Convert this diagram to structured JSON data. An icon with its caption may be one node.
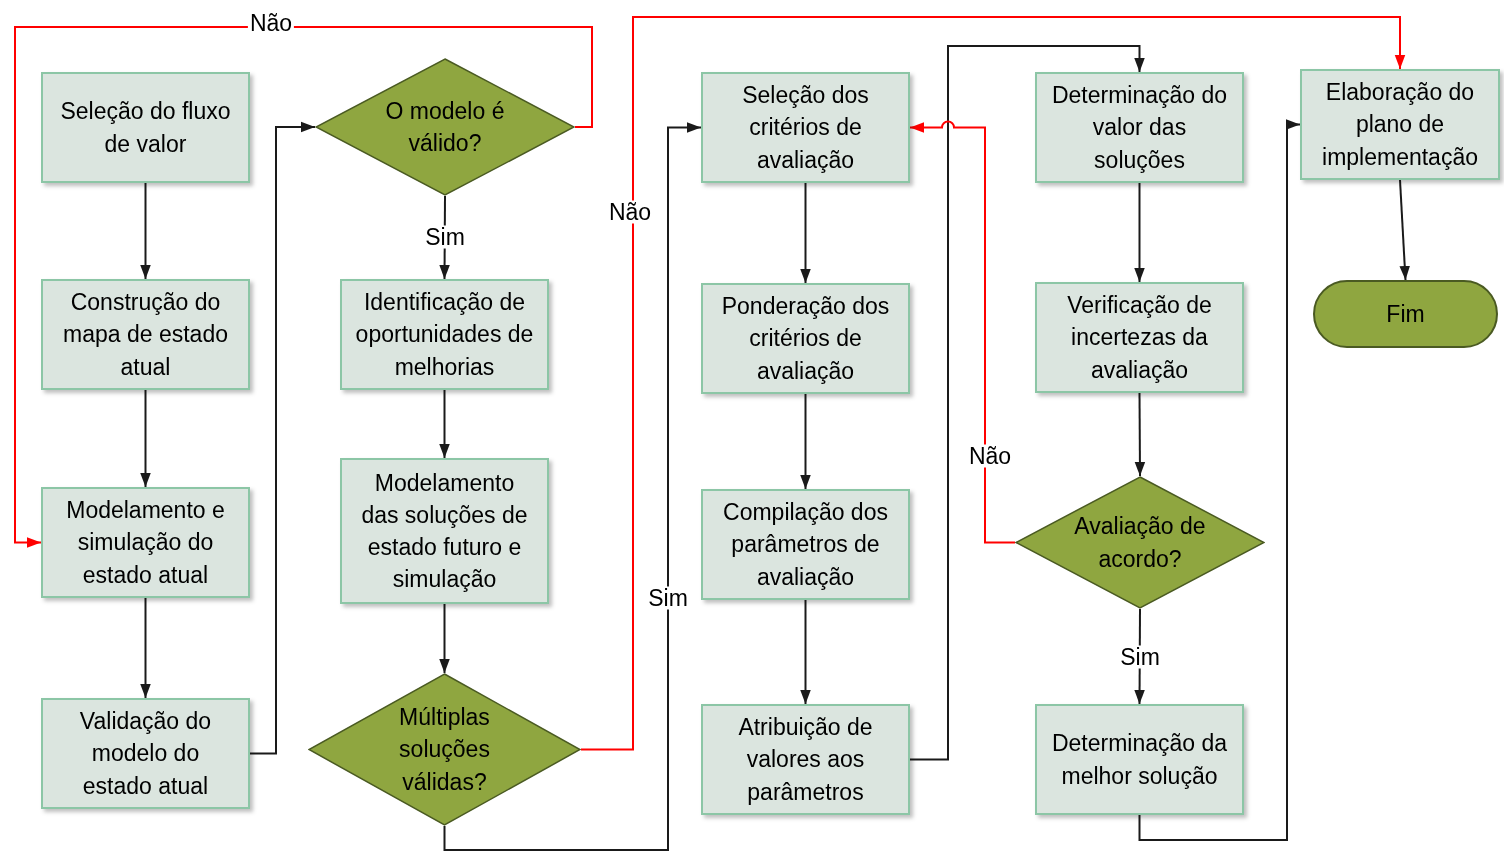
{
  "diagram": {
    "nodes": [
      {
        "text": [
          "Seleção do fluxo de valor"
        ]
      },
      {
        "text": [
          "Construção do mapa de estado atual"
        ]
      },
      {
        "text": [
          "Modelamento e simulação do estado atual"
        ]
      },
      {
        "text": [
          "Validação do modelo do estado atual"
        ]
      },
      {
        "text": [
          "O modelo é válido?"
        ]
      },
      {
        "text": [
          "Identificação de oportunidades de melhorias"
        ]
      },
      {
        "text": [
          "Modelamento das soluções de estado futuro e simulação"
        ]
      },
      {
        "text": [
          "Múltiplas soluções válidas?"
        ]
      },
      {
        "text": [
          "Seleção dos critérios de avaliação"
        ]
      },
      {
        "text": [
          "Ponderação dos critérios de avaliação"
        ]
      },
      {
        "text": [
          "Compilação dos parâmetros de avaliação"
        ]
      },
      {
        "text": [
          "Atribuição de valores aos parâmetros"
        ]
      },
      {
        "text": [
          "Determinação do valor das soluções"
        ]
      },
      {
        "text": [
          "Verificação de incertezas da avaliação"
        ]
      },
      {
        "text": [
          "Avaliação de acordo?"
        ]
      },
      {
        "text": [
          "Determinação da melhor solução"
        ]
      },
      {
        "text": [
          "Elaboração do plano de implementação"
        ]
      },
      {
        "text": [
          "Fim"
        ]
      }
    ],
    "edges": [
      {
        "from": 0,
        "to": 1,
        "arrow": "to"
      },
      {
        "from": 1,
        "to": 2,
        "arrow": "to"
      },
      {
        "from": 2,
        "to": 3,
        "arrow": "to"
      },
      {
        "from": 3,
        "to": 4,
        "arrow": "to"
      },
      {
        "from": 4,
        "to": 2,
        "arrow": "to",
        "label": "Não",
        "color": "#ff0000"
      },
      {
        "from": 4,
        "to": 5,
        "arrow": "to",
        "label": "Sim"
      },
      {
        "from": 5,
        "to": 6,
        "arrow": "to"
      },
      {
        "from": 6,
        "to": 7,
        "arrow": "to"
      },
      {
        "from": 7,
        "to": 16,
        "arrow": "to",
        "label": "Não",
        "color": "#ff0000"
      },
      {
        "from": 7,
        "to": 8,
        "arrow": "to",
        "label": "Sim"
      },
      {
        "from": 8,
        "to": 9,
        "arrow": "to"
      },
      {
        "from": 9,
        "to": 10,
        "arrow": "to"
      },
      {
        "from": 10,
        "to": 11,
        "arrow": "to"
      },
      {
        "from": 11,
        "to": 12,
        "arrow": "to"
      },
      {
        "from": 12,
        "to": 13,
        "arrow": "to"
      },
      {
        "from": 13,
        "to": 14,
        "arrow": "to"
      },
      {
        "from": 14,
        "to": 8,
        "arrow": "to",
        "label": "Não",
        "color": "#ff0000"
      },
      {
        "from": 14,
        "to": 15,
        "arrow": "to",
        "label": "Sim"
      },
      {
        "from": 15,
        "to": 16,
        "arrow": "to"
      },
      {
        "from": 16,
        "to": 17,
        "arrow": "to"
      }
    ]
  }
}
